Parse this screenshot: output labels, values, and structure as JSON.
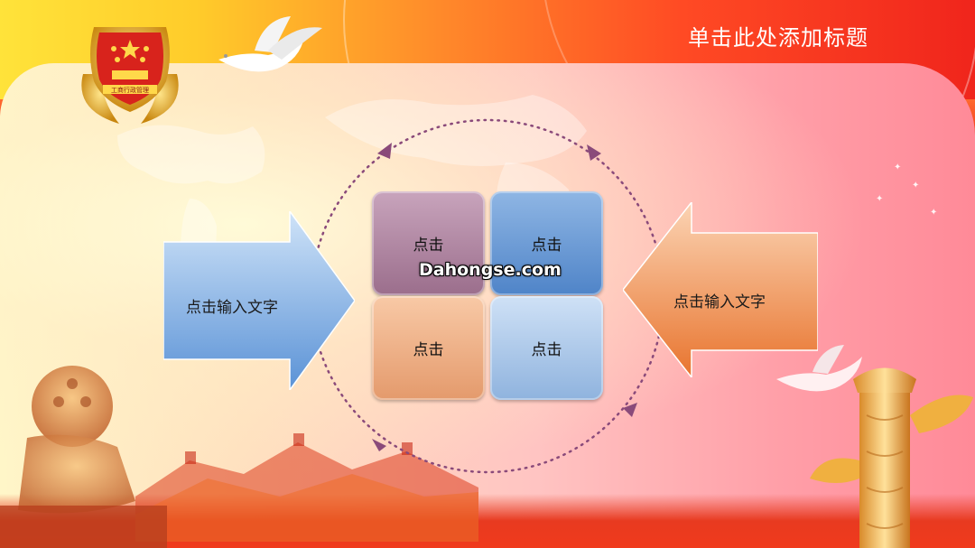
{
  "slide": {
    "title": "单击此处添加标题",
    "left_arrow": {
      "text": "点击输入文字",
      "color": "#7fb2e6"
    },
    "right_arrow": {
      "text": "点击输入文字",
      "color": "#f08a48"
    },
    "tiles": [
      {
        "text": "点击",
        "color": "#b48aa6"
      },
      {
        "text": "点击",
        "color": "#6a9cd8"
      },
      {
        "text": "点击",
        "color": "#f0b088"
      },
      {
        "text": "点击",
        "color": "#a9c8ec"
      }
    ],
    "watermark": "Dahongse.com",
    "emblem": {
      "icon": "national-emblem-icon",
      "caption": "工商行政管理"
    }
  },
  "colors": {
    "header_red": "#f0251c",
    "header_yellow": "#ffe33a",
    "panel_pink": "#ffc4c2",
    "dotted_circle": "#8a4a7a"
  }
}
